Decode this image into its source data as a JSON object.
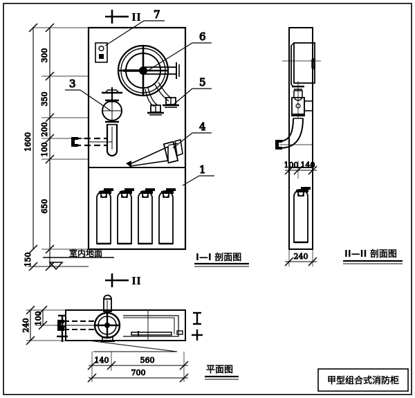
{
  "drawing": {
    "title_block": "甲型组合式消防柜",
    "views": {
      "section_I": "I—I 剖面图",
      "section_II": "II—II 剖面图",
      "plan": "平面图"
    },
    "section_markers": {
      "top": "II",
      "bottom": "II",
      "plan_left": "I",
      "plan_right": "I"
    },
    "ground_label": "室内地面",
    "callouts": [
      {
        "id": "1",
        "label": "1"
      },
      {
        "id": "3",
        "label": "3"
      },
      {
        "id": "4",
        "label": "4"
      },
      {
        "id": "5",
        "label": "5"
      },
      {
        "id": "6",
        "label": "6"
      },
      {
        "id": "7",
        "label": "7"
      }
    ],
    "dimensions": {
      "front_vertical_chain": [
        "300",
        "350",
        "200",
        "100",
        "650",
        "150"
      ],
      "front_overall_height": "1600",
      "side_horizontal": [
        "100",
        "140"
      ],
      "side_overall_width": "240",
      "plan_vertical": [
        "240",
        "100"
      ],
      "plan_horizontal": [
        "140",
        "560"
      ],
      "plan_overall_length": "700"
    }
  }
}
